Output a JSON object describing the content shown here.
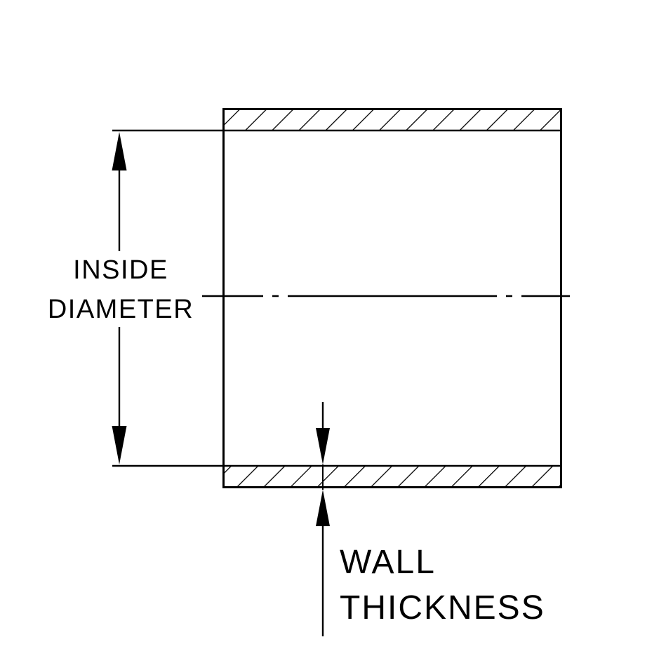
{
  "diagram": {
    "labels": {
      "inside_diameter_line1": "INSIDE",
      "inside_diameter_line2": "DIAMETER",
      "wall_thickness_line1": "WALL",
      "wall_thickness_line2": "THICKNESS"
    },
    "colors": {
      "line": "#000000",
      "background": "#ffffff"
    }
  }
}
